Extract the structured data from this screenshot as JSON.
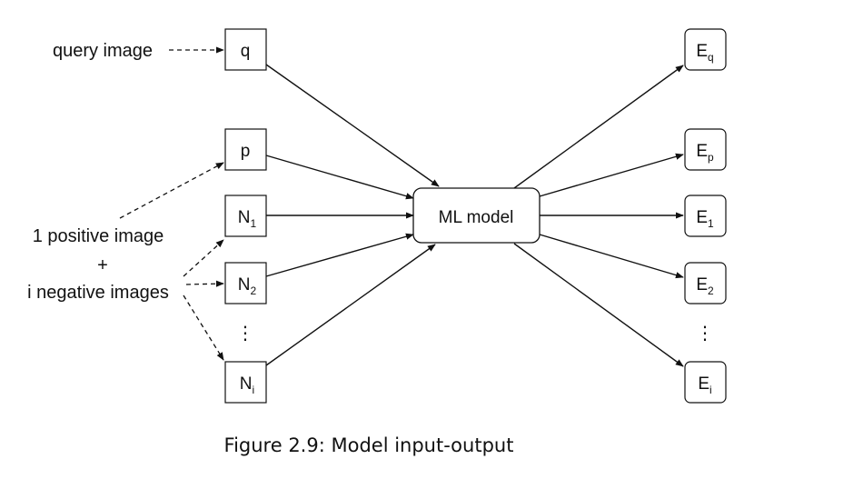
{
  "caption": "Figure 2.9: Model input-output",
  "model": {
    "label": "ML model"
  },
  "inputs": {
    "q": {
      "main": "q",
      "sub": ""
    },
    "p": {
      "main": "p",
      "sub": ""
    },
    "n1": {
      "main": "N",
      "sub": "1"
    },
    "n2": {
      "main": "N",
      "sub": "2"
    },
    "ni": {
      "main": "N",
      "sub": "i"
    }
  },
  "outputs": {
    "eq": {
      "main": "E",
      "sub": "q"
    },
    "ep": {
      "main": "E",
      "sub": "p"
    },
    "e1": {
      "main": "E",
      "sub": "1"
    },
    "e2": {
      "main": "E",
      "sub": "2"
    },
    "ei": {
      "main": "E",
      "sub": "i"
    }
  },
  "labels": {
    "query_image": "query image",
    "positive_line1": "1 positive image",
    "plus": "+",
    "negative_line": "i negative images"
  },
  "ellipsis": "⋮"
}
